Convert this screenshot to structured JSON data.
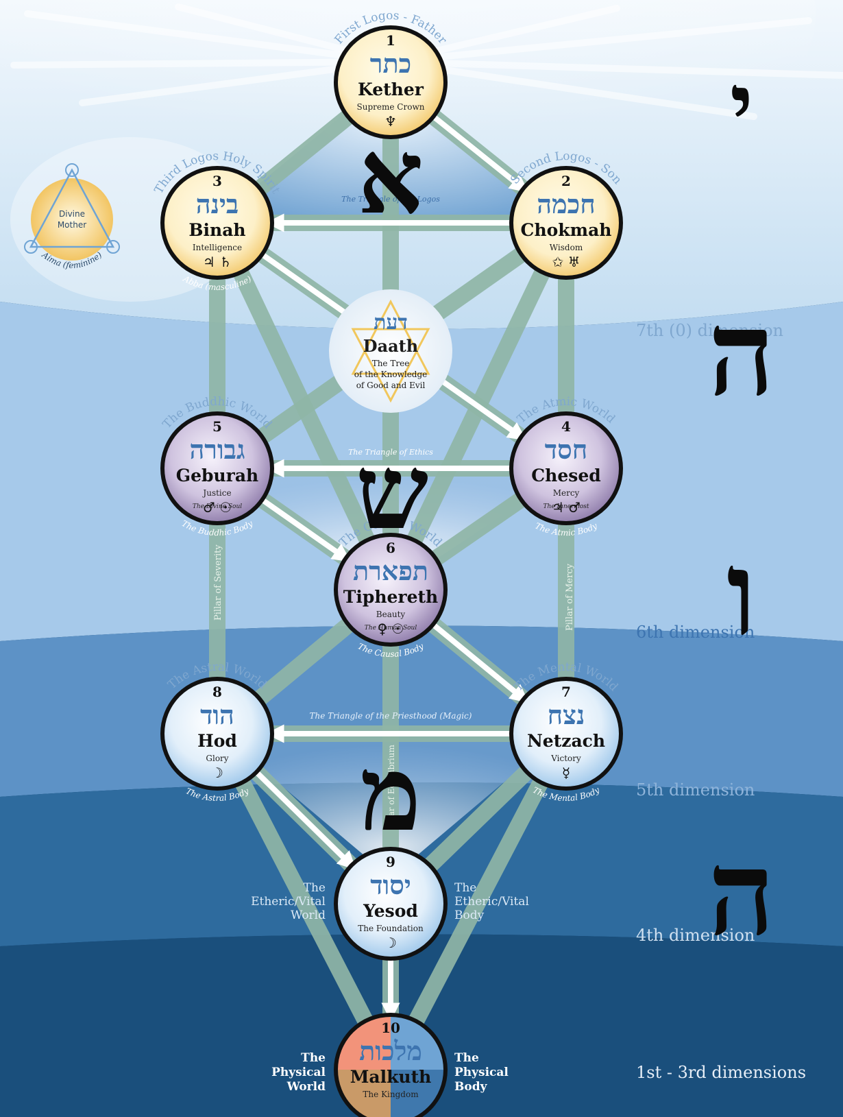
{
  "sephiroth": [
    {
      "id": "kether",
      "number": "1",
      "hebrew": "כתר",
      "name": "Kether",
      "meaning": "Supreme Crown",
      "symbols": "♆",
      "soul": "",
      "arc_top": "First Logos - Father",
      "arc_bottom": "",
      "style": "yellow",
      "colors": {
        "inner": "#fffbe8",
        "outer": "#f3c86a"
      }
    },
    {
      "id": "chokmah",
      "number": "2",
      "hebrew": "חכמה",
      "name": "Chokmah",
      "meaning": "Wisdom",
      "symbols": "✩ ♅",
      "soul": "",
      "arc_top": "Second Logos - Son",
      "arc_bottom": "",
      "style": "yellow",
      "colors": {
        "inner": "#fffbe8",
        "outer": "#f3c86a"
      }
    },
    {
      "id": "binah",
      "number": "3",
      "hebrew": "בינה",
      "name": "Binah",
      "meaning": "Intelligence",
      "symbols": "♃ ♄",
      "soul": "",
      "arc_top": "Third Logos Holy Spirit",
      "arc_bottom": "Abba (masculine)",
      "style": "yellow",
      "colors": {
        "inner": "#fffbe8",
        "outer": "#f3c86a"
      }
    },
    {
      "id": "chesed",
      "number": "4",
      "hebrew": "חסד",
      "name": "Chesed",
      "meaning": "Mercy",
      "symbols": "♃ ♂",
      "soul": "The Innermost",
      "arc_top": "The Atmic World",
      "arc_bottom": "The Atmic Body",
      "style": "purple",
      "colors": {
        "inner": "#f6f2fb",
        "outer": "#8d7aa9"
      }
    },
    {
      "id": "geburah",
      "number": "5",
      "hebrew": "גבורה",
      "name": "Geburah",
      "meaning": "Justice",
      "symbols": "♂ ☉",
      "soul": "The Divine Soul",
      "arc_top": "The Buddhic World",
      "arc_bottom": "The Buddhic Body",
      "style": "purple",
      "colors": {
        "inner": "#f6f2fb",
        "outer": "#8d7aa9"
      }
    },
    {
      "id": "tiphereth",
      "number": "6",
      "hebrew": "תפארת",
      "name": "Tiphereth",
      "meaning": "Beauty",
      "symbols": "♀ ☉",
      "soul": "The Human Soul",
      "arc_top": "The Causal World",
      "arc_bottom": "The Causal Body",
      "style": "purple",
      "colors": {
        "inner": "#f6f2fb",
        "outer": "#8d7aa9"
      }
    },
    {
      "id": "netzach",
      "number": "7",
      "hebrew": "נצח",
      "name": "Netzach",
      "meaning": "Victory",
      "symbols": "☿",
      "soul": "",
      "arc_top": "The Mental World",
      "arc_bottom": "The Mental Body",
      "style": "blue",
      "colors": {
        "inner": "#ffffff",
        "outer": "#9cc6ea"
      }
    },
    {
      "id": "hod",
      "number": "8",
      "hebrew": "הוד",
      "name": "Hod",
      "meaning": "Glory",
      "symbols": "☽",
      "soul": "",
      "arc_top": "The Astral World",
      "arc_bottom": "The Astral Body",
      "style": "blue",
      "colors": {
        "inner": "#ffffff",
        "outer": "#9cc6ea"
      }
    },
    {
      "id": "yesod",
      "number": "9",
      "hebrew": "יסוד",
      "name": "Yesod",
      "meaning": "The Foundation",
      "symbols": "☽",
      "soul": "",
      "arc_top": "",
      "arc_bottom": "",
      "style": "blue",
      "colors": {
        "inner": "#ffffff",
        "outer": "#9cc6ea"
      }
    },
    {
      "id": "malkuth",
      "number": "10",
      "hebrew": "מלכות",
      "name": "Malkuth",
      "meaning": "The Kingdom",
      "symbols": "",
      "soul": "",
      "arc_top": "",
      "arc_bottom": "",
      "style": "quartered",
      "colors": {
        "q1": "#f2937a",
        "q2": "#6fa4d4",
        "q3": "#c99a68",
        "q4": "#3f78ad"
      }
    }
  ],
  "daath": {
    "hebrew": "דעת",
    "name": "Daath",
    "lines": [
      "The Tree",
      "of the Knowledge",
      "of Good and Evil"
    ]
  },
  "divine_mother": {
    "label": "Divine Mother",
    "arc": "Aima (feminine)"
  },
  "big_letters": {
    "aleph": "א",
    "shin": "ש",
    "mem": "מ",
    "yod": "י",
    "he1": "ה",
    "vav": "ו",
    "he2": "ה"
  },
  "dimensions": [
    "7th (0) dimension",
    "6th dimension",
    "5th dimension",
    "4th dimension",
    "1st - 3rd dimensions"
  ],
  "side_labels": {
    "etheric_world": [
      "The",
      "Etheric/Vital",
      "World"
    ],
    "etheric_body": [
      "The",
      "Etheric/Vital",
      "Body"
    ],
    "physical_world": [
      "The",
      "Physical",
      "World"
    ],
    "physical_body": [
      "The",
      "Physical",
      "Body"
    ]
  },
  "triangle_labels": {
    "logoic": "The Triangle of the Logos",
    "ethical": "The Triangle of Ethics",
    "magical": "The Triangle of the Priesthood (Magic)"
  },
  "pillars": {
    "severity": "Pillar of Severity",
    "mercy": "Pillar of Mercy",
    "equilibrium": "Pillar of Equilibrium"
  },
  "colors": {
    "path": "#8fb5a6",
    "arrow": "#ffffff",
    "ring": "#111111",
    "hebrew_blue": "#3d74b0",
    "band_text": "#7fa7cf"
  }
}
